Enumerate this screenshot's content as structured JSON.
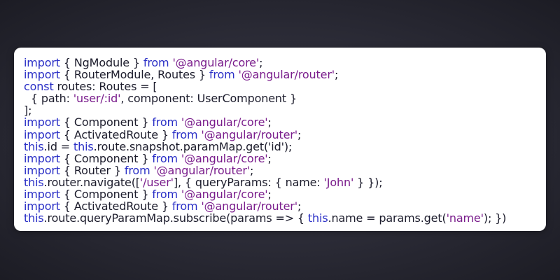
{
  "colors": {
    "keyword": "#2a2fc6",
    "string": "#7a1d8c",
    "text": "#1c1c2c",
    "card": "#ffffff",
    "background": "#2a2a35"
  },
  "code_lines": [
    [
      [
        "kw",
        "import"
      ],
      [
        "plain",
        " { NgModule } "
      ],
      [
        "kw",
        "from"
      ],
      [
        "plain",
        " "
      ],
      [
        "str",
        "'@angular/core'"
      ],
      [
        "plain",
        ";"
      ]
    ],
    [
      [
        "kw",
        "import"
      ],
      [
        "plain",
        " { RouterModule, Routes } "
      ],
      [
        "kw",
        "from"
      ],
      [
        "plain",
        " "
      ],
      [
        "str",
        "'@angular/router'"
      ],
      [
        "plain",
        ";"
      ]
    ],
    [
      [
        "kw",
        "const"
      ],
      [
        "plain",
        " routes: Routes = ["
      ]
    ],
    [
      [
        "plain",
        "  { path: "
      ],
      [
        "str",
        "'user/:id'"
      ],
      [
        "plain",
        ", component: UserComponent }"
      ]
    ],
    [
      [
        "plain",
        "];"
      ]
    ],
    [
      [
        "kw",
        "import"
      ],
      [
        "plain",
        " { Component } "
      ],
      [
        "kw",
        "from"
      ],
      [
        "plain",
        " "
      ],
      [
        "str",
        "'@angular/core'"
      ],
      [
        "plain",
        ";"
      ]
    ],
    [
      [
        "kw",
        "import"
      ],
      [
        "plain",
        " { ActivatedRoute } "
      ],
      [
        "kw",
        "from"
      ],
      [
        "plain",
        " "
      ],
      [
        "str",
        "'@angular/router'"
      ],
      [
        "plain",
        ";"
      ]
    ],
    [
      [
        "kw",
        "this"
      ],
      [
        "plain",
        ".id = "
      ],
      [
        "kw",
        "this"
      ],
      [
        "plain",
        ".route.snapshot.paramMap.get('id');"
      ]
    ],
    [
      [
        "kw",
        "import"
      ],
      [
        "plain",
        " { Component } "
      ],
      [
        "kw",
        "from"
      ],
      [
        "plain",
        " "
      ],
      [
        "str",
        "'@angular/core'"
      ],
      [
        "plain",
        ";"
      ]
    ],
    [
      [
        "kw",
        "import"
      ],
      [
        "plain",
        " { Router } "
      ],
      [
        "kw",
        "from"
      ],
      [
        "plain",
        " "
      ],
      [
        "str",
        "'@angular/router'"
      ],
      [
        "plain",
        ";"
      ]
    ],
    [
      [
        "kw",
        "this"
      ],
      [
        "plain",
        ".router.navigate(["
      ],
      [
        "str",
        "'/user'"
      ],
      [
        "plain",
        "], { queryParams: { name: "
      ],
      [
        "str",
        "'John'"
      ],
      [
        "plain",
        " } });"
      ]
    ],
    [
      [
        "kw",
        "import"
      ],
      [
        "plain",
        " { Component } "
      ],
      [
        "kw",
        "from"
      ],
      [
        "plain",
        " "
      ],
      [
        "str",
        "'@angular/core'"
      ],
      [
        "plain",
        ";"
      ]
    ],
    [
      [
        "kw",
        "import"
      ],
      [
        "plain",
        " { ActivatedRoute } "
      ],
      [
        "kw",
        "from"
      ],
      [
        "plain",
        " "
      ],
      [
        "str",
        "'@angular/router'"
      ],
      [
        "plain",
        ";"
      ]
    ],
    [
      [
        "kw",
        "this"
      ],
      [
        "plain",
        ".route.queryParamMap.subscribe(params => { "
      ],
      [
        "kw",
        "this"
      ],
      [
        "plain",
        ".name = params.get("
      ],
      [
        "str",
        "'name'"
      ],
      [
        "plain",
        "); })"
      ]
    ]
  ]
}
